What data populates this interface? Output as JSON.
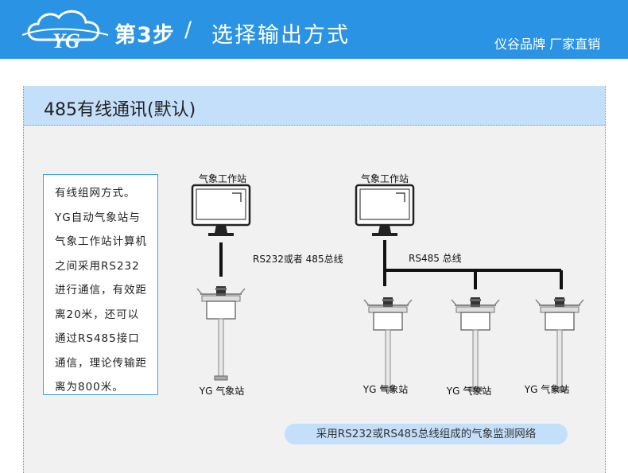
{
  "header": {
    "step": "第3步",
    "slash": "/",
    "title": "选择输出方式",
    "slogan": "仪谷品牌  厂家直销",
    "logo_text": "YG"
  },
  "panel": {
    "title": "485有线通讯(默认)"
  },
  "info_box": {
    "text": "有线组网方式。YG自动气象站与气象工作站计算机之间采用RS232进行通信，有效距离20米，还可以通过RS485接口通信，理论传输距离为800米。"
  },
  "diagram": {
    "workstation_label_1": "气象工作站",
    "workstation_label_2": "气象工作站",
    "bus_label_1": "RS232或者 485总线",
    "bus_label_2": "RS485 总线",
    "station_label_1": "YG 气象站",
    "station_label_2": "YG 气象站",
    "station_label_3": "YG 气象站",
    "station_label_4": "YG 气象站"
  },
  "caption": "采用RS232或RS485总线组成的气象监测网络",
  "colors": {
    "header_blue": "#2a93e4",
    "panel_head": "#c4dffa",
    "panel_bg": "#f1f1f1",
    "border_blue": "#3aa6e6"
  }
}
